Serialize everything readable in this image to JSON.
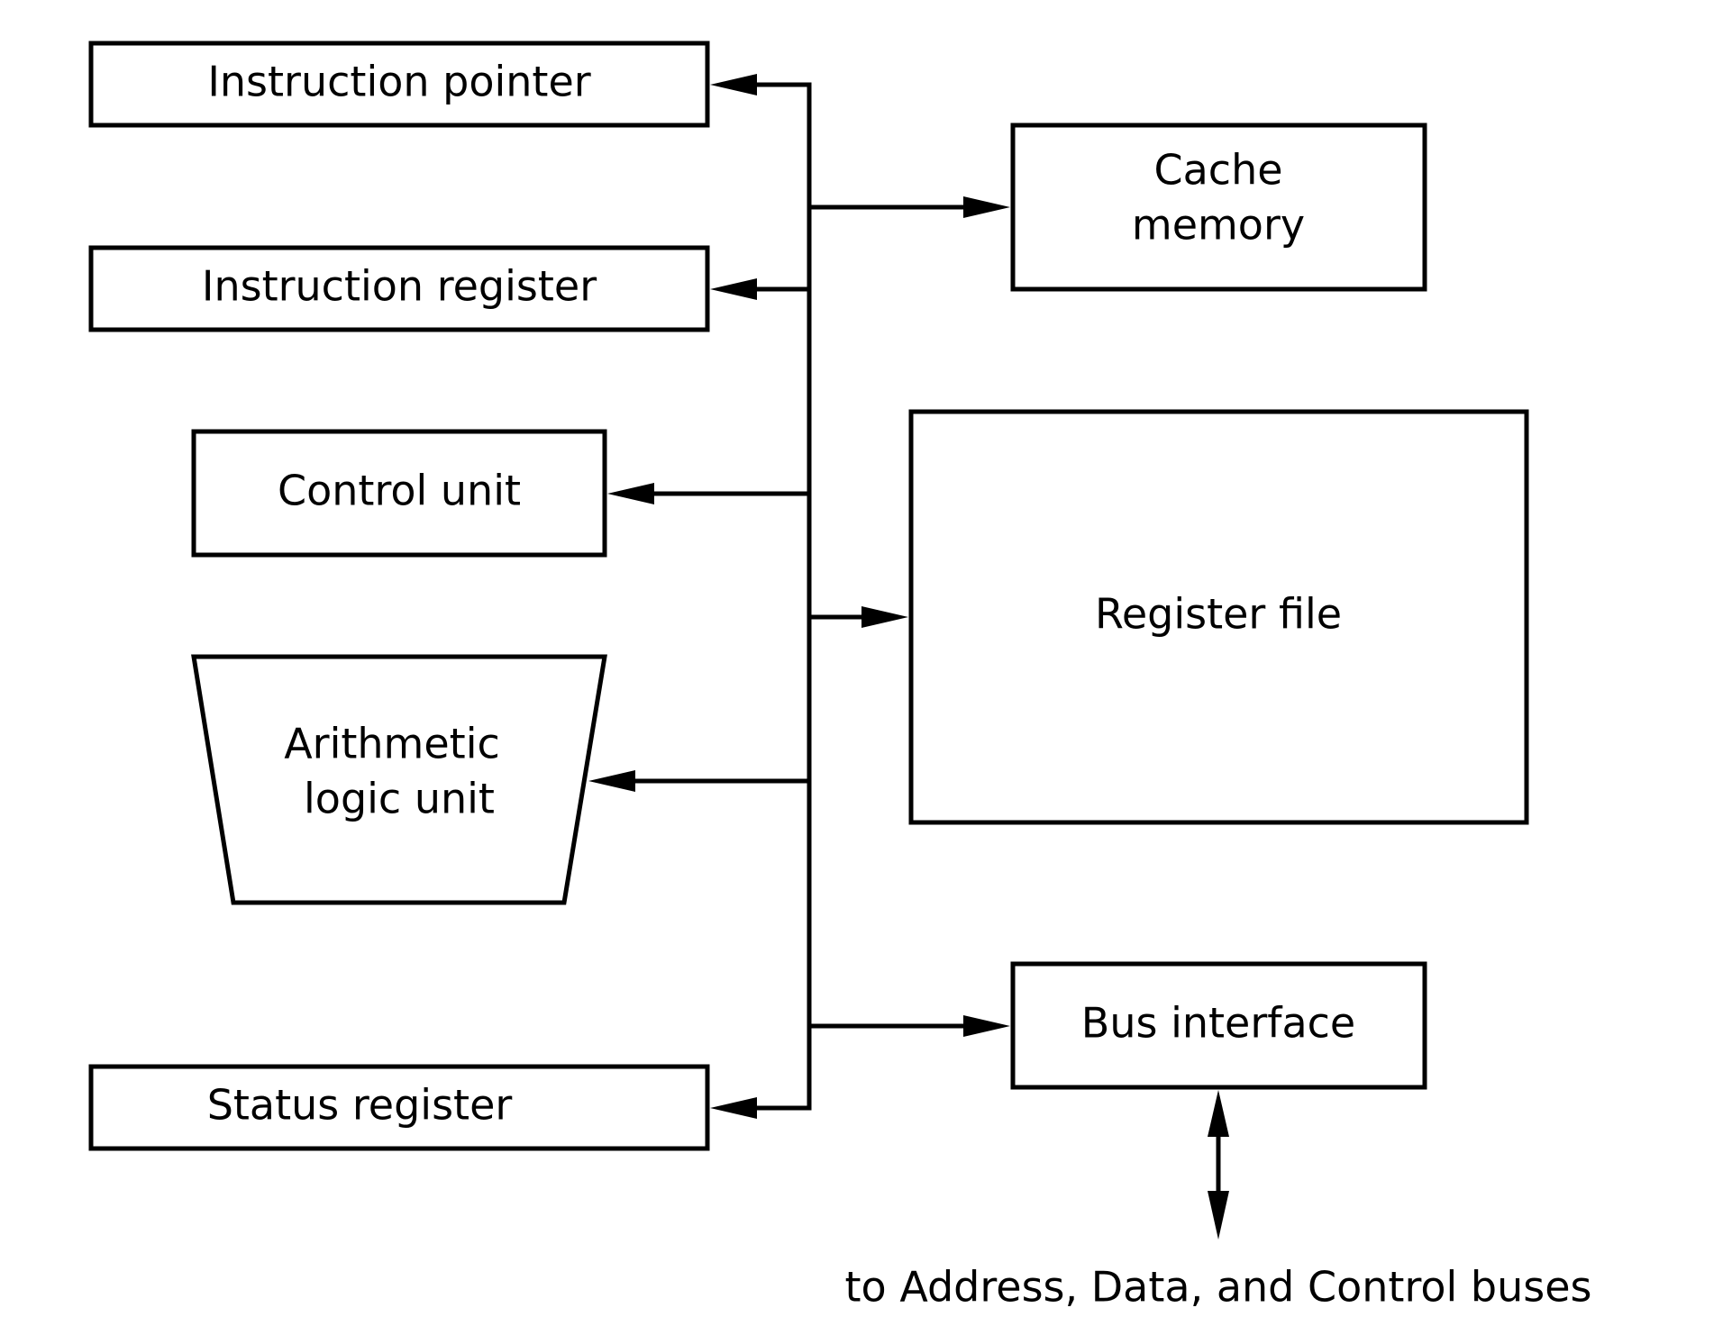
{
  "diagram": {
    "blocks": {
      "instruction_pointer": "Instruction pointer",
      "instruction_register": "Instruction register",
      "control_unit": "Control unit",
      "alu_line1": "Arithmetic",
      "alu_line2": "logic unit",
      "status_register": "Status register",
      "cache_line1": "Cache",
      "cache_line2": "memory",
      "register_file": "Register file",
      "bus_interface": "Bus interface"
    },
    "external_label": "to Address, Data, and Control buses"
  },
  "colors": {
    "stroke": "#000000",
    "background": "#ffffff"
  }
}
